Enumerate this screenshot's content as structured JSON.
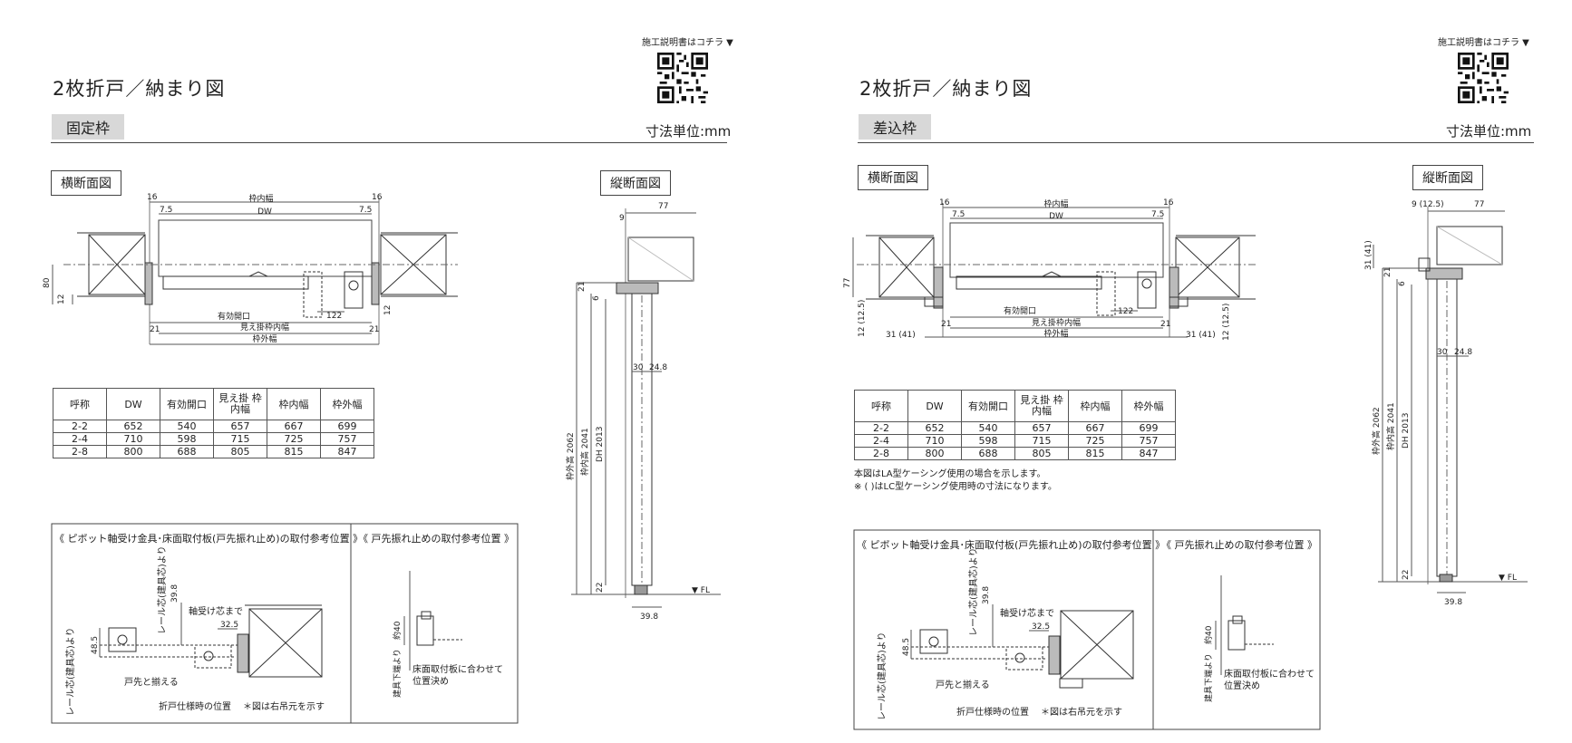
{
  "left": {
    "qr_caption": "施工説明書はコチラ ▼",
    "title": "2枚折戸／納まり図",
    "frame_type": "固定枠",
    "unit_label": "寸法単位:mm",
    "horizontal_section_label": "横断面図",
    "vertical_section_label": "縦断面図",
    "table": {
      "headers": [
        "呼称",
        "DW",
        "有効開口",
        "見え掛 枠内幅",
        "枠内幅",
        "枠外幅"
      ],
      "rows": [
        [
          "2-2",
          "652",
          "540",
          "657",
          "667",
          "699"
        ],
        [
          "2-4",
          "710",
          "598",
          "715",
          "725",
          "757"
        ],
        [
          "2-8",
          "800",
          "688",
          "805",
          "815",
          "847"
        ]
      ]
    },
    "plan_dims": {
      "inner_width": "枠内幅",
      "dw": "DW",
      "effective_opening": "有効開口",
      "visible_inner_width": "見え掛枠内幅",
      "outer_width": "枠外幅",
      "d16": "16",
      "d7_5": "7.5",
      "d21": "21",
      "d122": "122",
      "d80": "80",
      "d12": "12"
    },
    "section_dims": {
      "d77": "77",
      "d9": "9",
      "d21": "21",
      "d6": "6",
      "d30": "30",
      "d24_8": "24.8",
      "outer_height": "枠外高 2062",
      "inner_height": "枠内高 2041",
      "dh": "DH 2013",
      "d22": "22",
      "fl": "▼ FL",
      "d39_8": "39.8"
    },
    "detail": {
      "pivot_title": "《 ピボット軸受け金具･床面取付板(戸先振れ止め)の取付参考位置 》",
      "stopper_title": "《 戸先振れ止めの取付参考位置 》",
      "rail_center_1": "レール芯(建具芯)より",
      "rail_center_2": "レール芯(建具芯)より",
      "d39_8": "39.8",
      "d48_5": "48.5",
      "bearing_center": "軸受け芯まで",
      "d32_5": "32.5",
      "align_door_edge": "戸先と揃える",
      "folding_position": "折戸仕様時の位置",
      "right_hung_note": "＊図は右吊元を示す",
      "approx_40": "約40",
      "from_door_bottom": "建具下端より",
      "floor_plate_1": "床面取付板に合わせて",
      "floor_plate_2": "位置決め"
    }
  },
  "right": {
    "qr_caption": "施工説明書はコチラ ▼",
    "title": "2枚折戸／納まり図",
    "frame_type": "差込枠",
    "unit_label": "寸法単位:mm",
    "horizontal_section_label": "横断面図",
    "vertical_section_label": "縦断面図",
    "table": {
      "headers": [
        "呼称",
        "DW",
        "有効開口",
        "見え掛 枠内幅",
        "枠内幅",
        "枠外幅"
      ],
      "rows": [
        [
          "2-2",
          "652",
          "540",
          "657",
          "667",
          "699"
        ],
        [
          "2-4",
          "710",
          "598",
          "715",
          "725",
          "757"
        ],
        [
          "2-8",
          "800",
          "688",
          "805",
          "815",
          "847"
        ]
      ]
    },
    "notes": [
      "本図はLA型ケーシング使用の場合を示します。",
      "※ (  )はLC型ケーシング使用時の寸法になります。"
    ],
    "plan_dims": {
      "inner_width": "枠内幅",
      "dw": "DW",
      "effective_opening": "有効開口",
      "visible_inner_width": "見え掛枠内幅",
      "outer_width": "枠外幅",
      "d16": "16",
      "d7_5": "7.5",
      "d21": "21",
      "d122": "122",
      "d77": "77",
      "d12_12_5": "12 (12.5)",
      "d31_41": "31 (41)"
    },
    "section_dims": {
      "d9_12_5": "9 (12.5)",
      "d77": "77",
      "d31_41": "31 (41)",
      "d21": "21",
      "d6": "6",
      "d30": "30",
      "d24_8": "24.8",
      "outer_height": "枠外高 2062",
      "inner_height": "枠内高 2041",
      "dh": "DH 2013",
      "d22": "22",
      "fl": "▼ FL",
      "d39_8": "39.8"
    },
    "detail": {
      "pivot_title": "《 ピボット軸受け金具･床面取付板(戸先振れ止め)の取付参考位置 》",
      "stopper_title": "《 戸先振れ止めの取付参考位置 》",
      "rail_center_1": "レール芯(建具芯)より",
      "rail_center_2": "レール芯(建具芯)より",
      "d39_8": "39.8",
      "d48_5": "48.5",
      "bearing_center": "軸受け芯まで",
      "d32_5": "32.5",
      "align_door_edge": "戸先と揃える",
      "folding_position": "折戸仕様時の位置",
      "right_hung_note": "＊図は右吊元を示す",
      "approx_40": "約40",
      "from_door_bottom": "建具下端より",
      "floor_plate_1": "床面取付板に合わせて",
      "floor_plate_2": "位置決め"
    }
  },
  "icons": {
    "qr": "qr-code-icon"
  }
}
